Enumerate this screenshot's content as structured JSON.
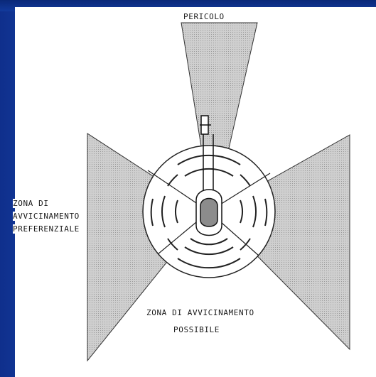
{
  "labels": {
    "danger": "PERICOLO",
    "preferred_zone_line1": "ZONA     DI",
    "preferred_zone_line2": "AVVICINAMENTO",
    "preferred_zone_line3": "PREFERENZIALE",
    "possible_zone_line1": "ZONA DI AVVICINAMENTO",
    "possible_zone_line2": "POSSIBILE"
  },
  "colors": {
    "background_blue": "#1c63cf",
    "paper": "#ffffff",
    "zone_fill": "#c8c8c8",
    "ink": "#1a1a1a"
  }
}
